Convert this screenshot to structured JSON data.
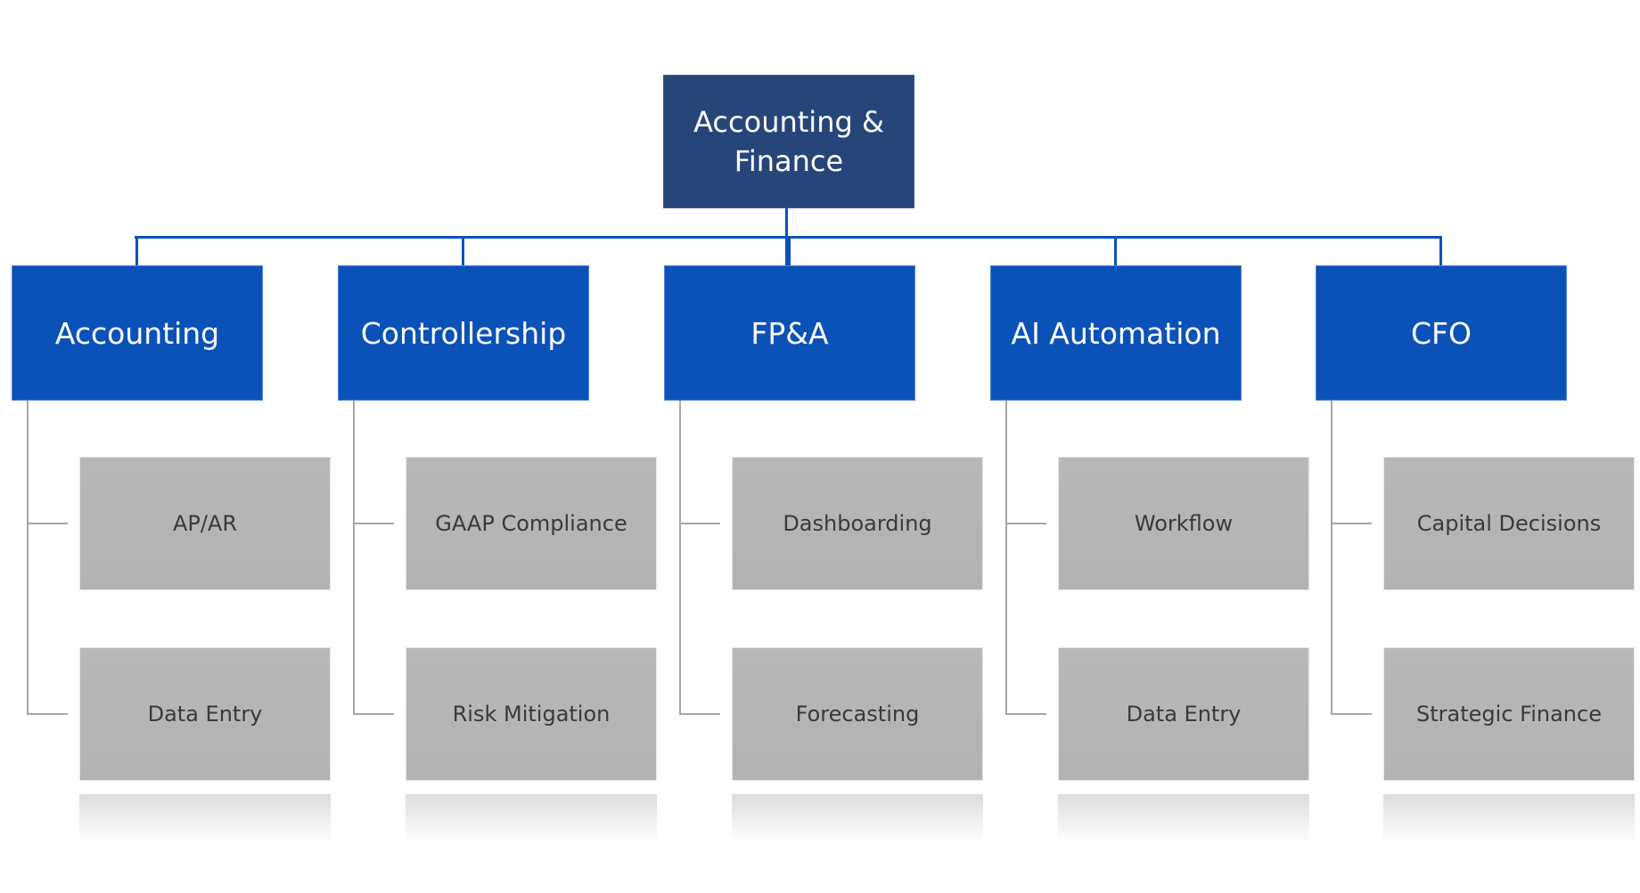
{
  "root": {
    "label": "Accounting & Finance"
  },
  "colors": {
    "root": "#26467A",
    "department": "#0B52B8",
    "function": "#B5B5B5",
    "connector_primary": "#0B52B8",
    "connector_secondary": "#A6A6A6"
  },
  "departments": [
    {
      "label": "Accounting",
      "functions": [
        "AP/AR",
        "Data Entry"
      ]
    },
    {
      "label": "Controllership",
      "functions": [
        "GAAP Compliance",
        "Risk Mitigation"
      ]
    },
    {
      "label": "FP&A",
      "functions": [
        "Dashboarding",
        "Forecasting"
      ]
    },
    {
      "label": "AI Automation",
      "functions": [
        "Workflow",
        "Data Entry"
      ]
    },
    {
      "label": "CFO",
      "functions": [
        "Capital Decisions",
        "Strategic Finance"
      ]
    }
  ]
}
